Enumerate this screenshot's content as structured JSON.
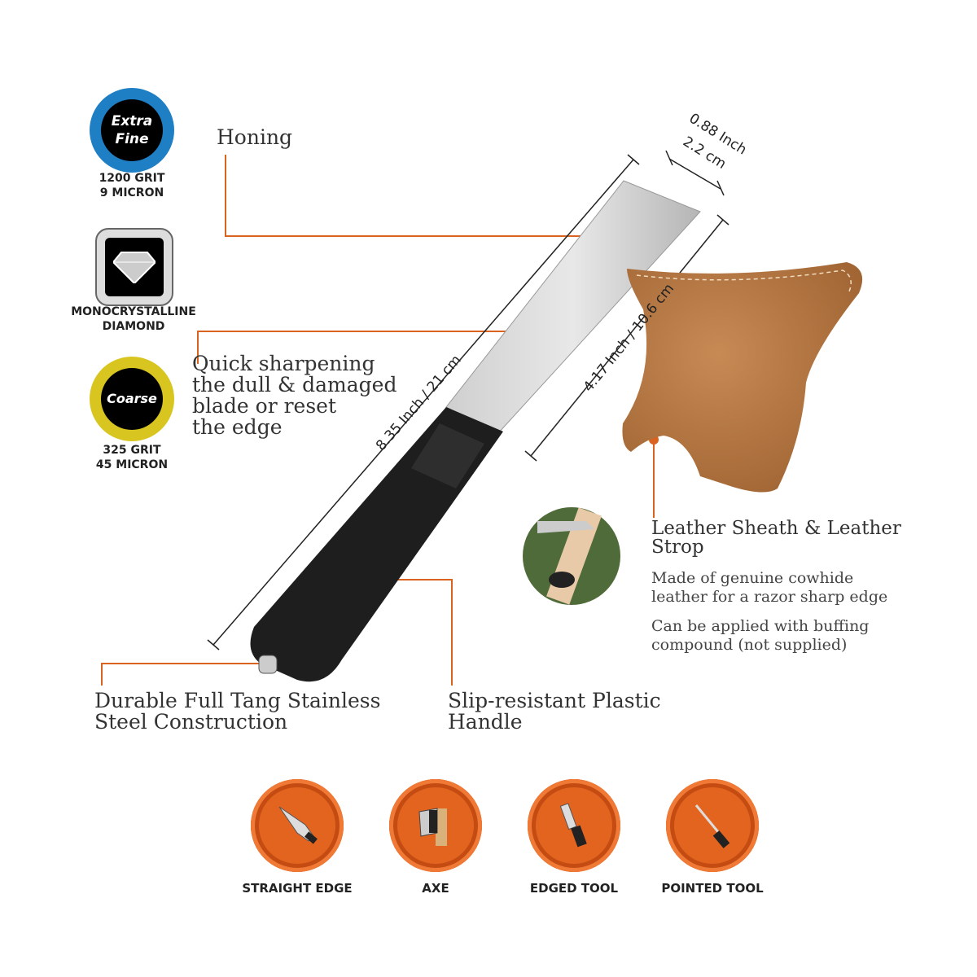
{
  "badges": [
    {
      "title_line1": "Extra",
      "title_line2": "Fine",
      "caption_line1": "1200 GRIT",
      "caption_line2": "9 MICRON",
      "color": "#1f7fc4"
    },
    {
      "caption_line1": "MONOCRYSTALLINE",
      "caption_line2": "DIAMOND"
    },
    {
      "title_line1": "Coarse",
      "caption_line1": "325 GRIT",
      "caption_line2": "45 MICRON",
      "color": "#d9c51f"
    }
  ],
  "callouts": {
    "honing": "Honing",
    "quick": [
      "Quick sharpening",
      "the dull & damaged",
      "blade or reset",
      "the edge"
    ],
    "durable": [
      "Durable Full Tang Stainless",
      "Steel Construction"
    ],
    "handle": [
      "Slip-resistant Plastic",
      "Handle"
    ],
    "leather_title": [
      "Leather Sheath & Leather",
      "Strop"
    ],
    "leather_desc1": [
      "Made of genuine cowhide",
      "leather for a razor sharp edge"
    ],
    "leather_desc2": [
      "Can be applied with buffing",
      "compound (not supplied)"
    ]
  },
  "dimensions": {
    "total": "8.35 Inch / 21 cm",
    "blade": "4.17 Inch / 10.6 cm",
    "width_in": "0.88 Inch",
    "width_cm": "2.2 cm"
  },
  "uses": [
    {
      "label": "STRAIGHT EDGE",
      "icon": "knife-icon"
    },
    {
      "label": "AXE",
      "icon": "axe-icon"
    },
    {
      "label": "EDGED TOOL",
      "icon": "chisel-icon"
    },
    {
      "label": "POINTED TOOL",
      "icon": "awl-icon"
    }
  ],
  "accent": "#d9631f"
}
